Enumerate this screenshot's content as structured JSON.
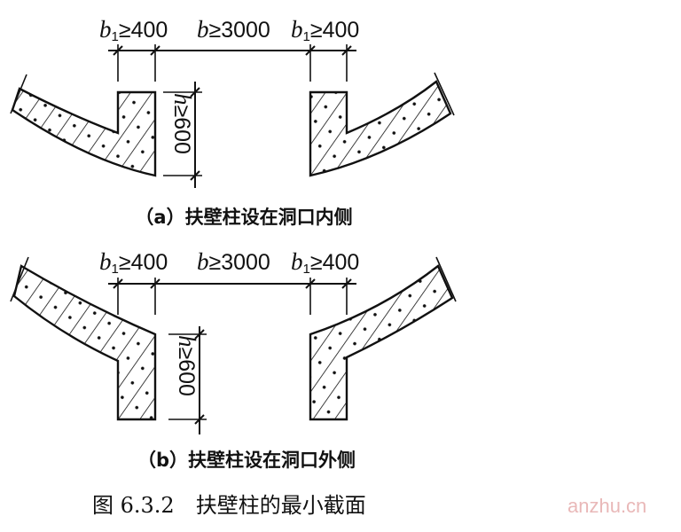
{
  "panel_a": {
    "b1_left": {
      "var": "b",
      "sub": "1",
      "value": "≥400"
    },
    "b_mid": {
      "var": "b",
      "value": "≥3000"
    },
    "b1_right": {
      "var": "b",
      "sub": "1",
      "value": "≥400"
    },
    "h": {
      "var": "h",
      "value": "≥600"
    },
    "caption": "（a）扶壁柱设在洞口内侧"
  },
  "panel_b": {
    "b1_left": {
      "var": "b",
      "sub": "1",
      "value": "≥400"
    },
    "b_mid": {
      "var": "b",
      "value": "≥3000"
    },
    "b1_right": {
      "var": "b",
      "sub": "1",
      "value": "≥400"
    },
    "h": {
      "var": "h",
      "value": "≥600"
    },
    "caption": "（b）扶壁柱设在洞口外侧"
  },
  "figure_caption": "图 6.3.2　扶壁柱的最小截面",
  "watermark": "anzhu.cn"
}
